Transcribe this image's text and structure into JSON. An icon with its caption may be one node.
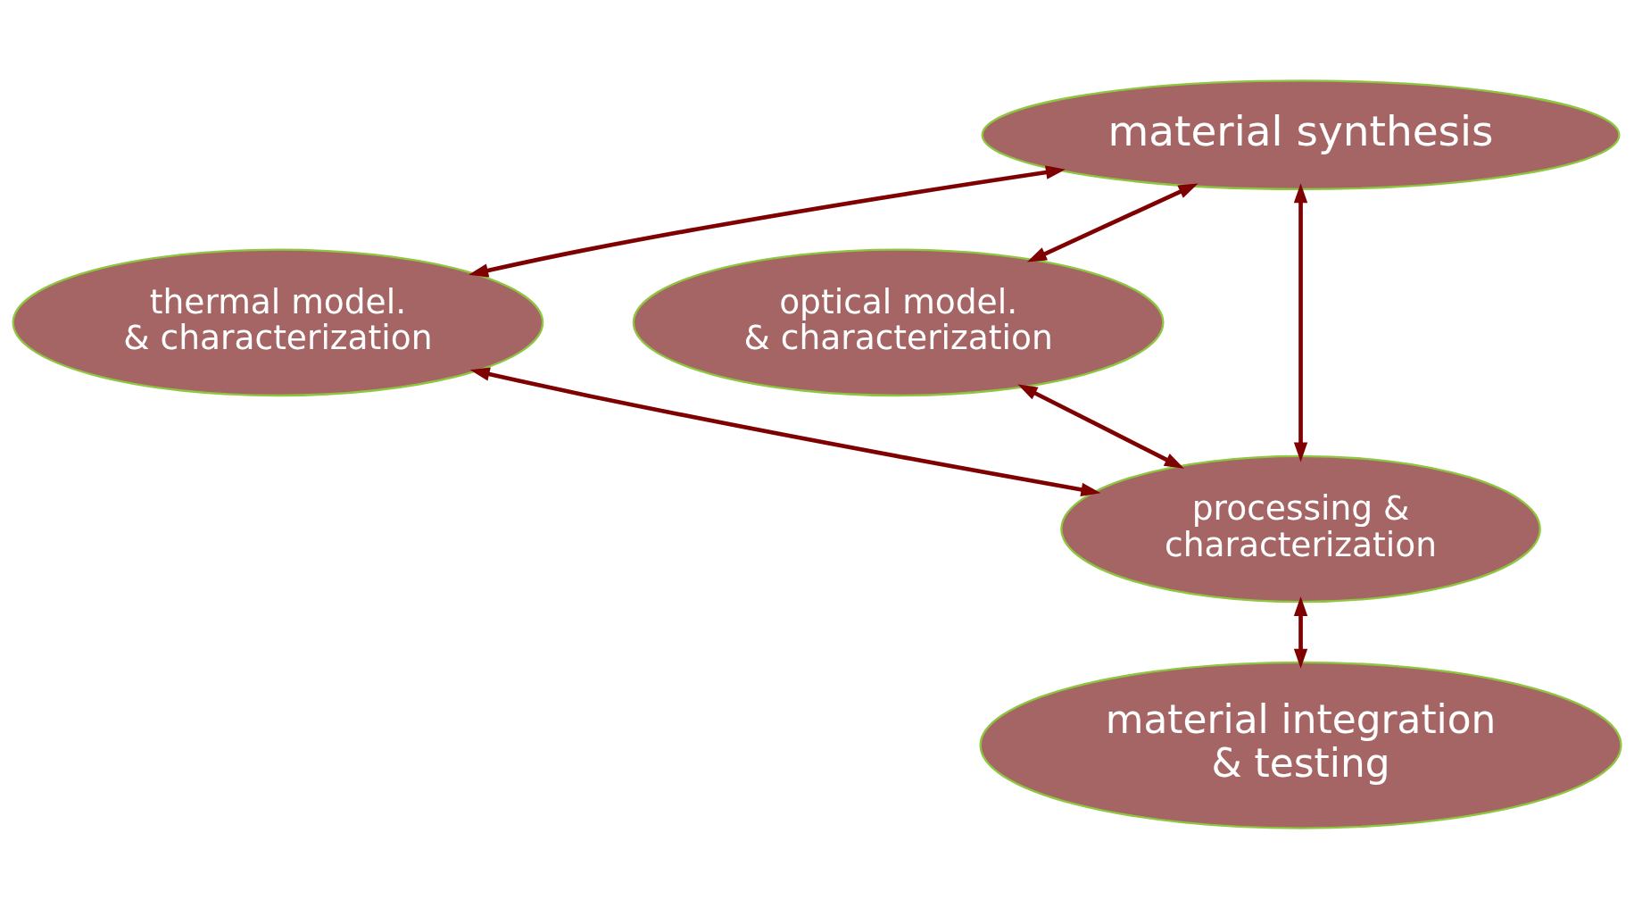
{
  "diagram": {
    "nodes": [
      {
        "text": [
          "material synthesis"
        ]
      },
      {
        "text": [
          "thermal model. & characterization"
        ]
      },
      {
        "text": [
          "optical model. & characterization"
        ]
      },
      {
        "text": [
          "processing & characterization"
        ]
      },
      {
        "text": [
          "material integration & testing"
        ]
      }
    ],
    "edges": [
      {
        "from": 0,
        "to": 1,
        "arrow": "both"
      },
      {
        "from": 0,
        "to": 3,
        "arrow": "both"
      },
      {
        "from": 0,
        "to": 2,
        "arrow": "both"
      },
      {
        "from": 1,
        "to": 3,
        "arrow": "both"
      },
      {
        "from": 2,
        "to": 3,
        "arrow": "both"
      },
      {
        "from": 3,
        "to": 4,
        "arrow": "both"
      }
    ]
  }
}
